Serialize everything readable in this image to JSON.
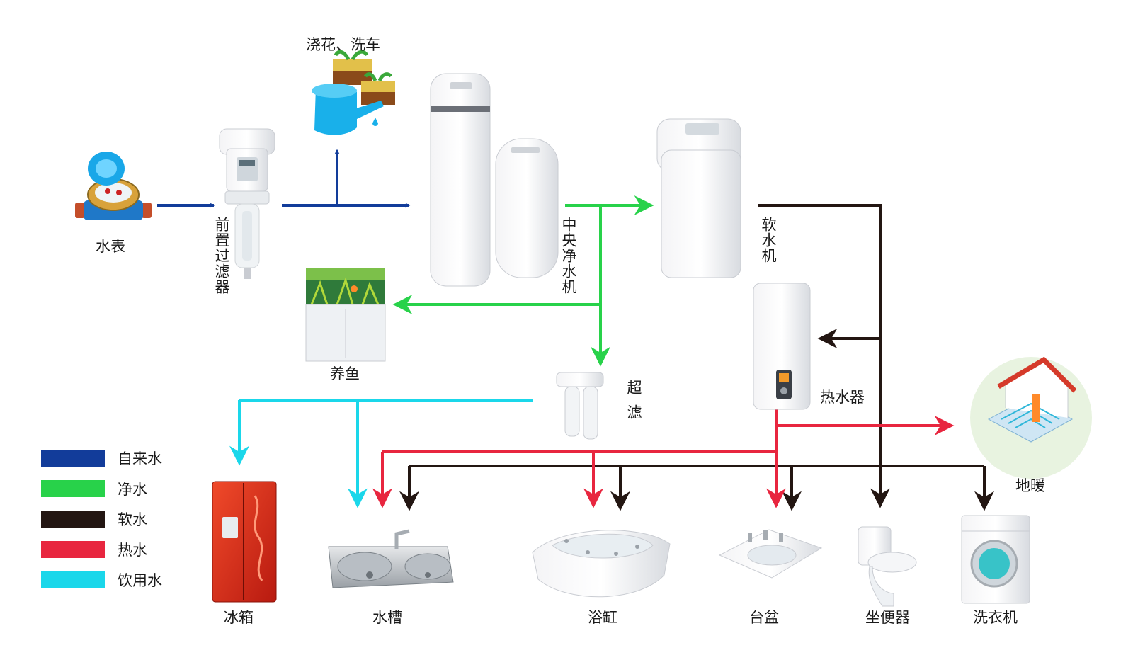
{
  "colors": {
    "tap_water": "#123c9a",
    "purified_water": "#28d24a",
    "soft_water": "#231612",
    "hot_water": "#e8263f",
    "drinking_water": "#1ad7ea"
  },
  "labels": {
    "water_meter": "水表",
    "pre_filter": "前置过滤器",
    "garden_car": "浇花、洗车",
    "central_purifier": "中央净水机",
    "softener": "软水机",
    "aquarium": "养鱼",
    "ultrafilter": "超滤",
    "water_heater": "热水器",
    "floor_heating": "地暖",
    "fridge": "冰箱",
    "sink": "水槽",
    "bathtub": "浴缸",
    "basin": "台盆",
    "toilet": "坐便器",
    "washer": "洗衣机"
  },
  "legend": [
    {
      "label": "自来水",
      "color": "#123c9a"
    },
    {
      "label": "净水",
      "color": "#28d24a"
    },
    {
      "label": "软水",
      "color": "#231612"
    },
    {
      "label": "热水",
      "color": "#e8263f"
    },
    {
      "label": "饮用水",
      "color": "#1ad7ea"
    }
  ]
}
